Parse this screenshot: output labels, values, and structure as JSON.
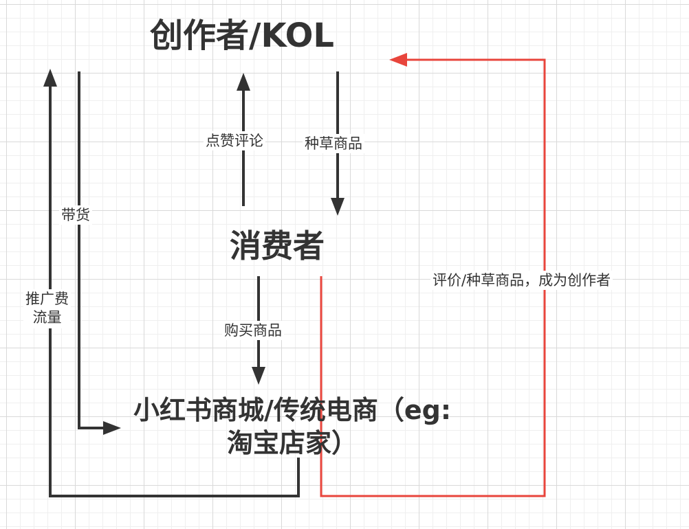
{
  "nodes": {
    "creator": "创作者/KOL",
    "consumer": "消费者",
    "mall_line1": "小红书商城/传统电商（eg:",
    "mall_line2": "淘宝店家）"
  },
  "edges": {
    "like_comment": "点赞评论",
    "seed_product": "种草商品",
    "carry_goods": "带货",
    "promo_fee_line1": "推广费",
    "promo_fee_line2": "流量",
    "buy_product": "购买商品",
    "review_seed": "评价/种草商品，成为创作者"
  },
  "colors": {
    "line": "#333333",
    "highlight": "#e8453c",
    "grid": "#d9d9d9"
  }
}
